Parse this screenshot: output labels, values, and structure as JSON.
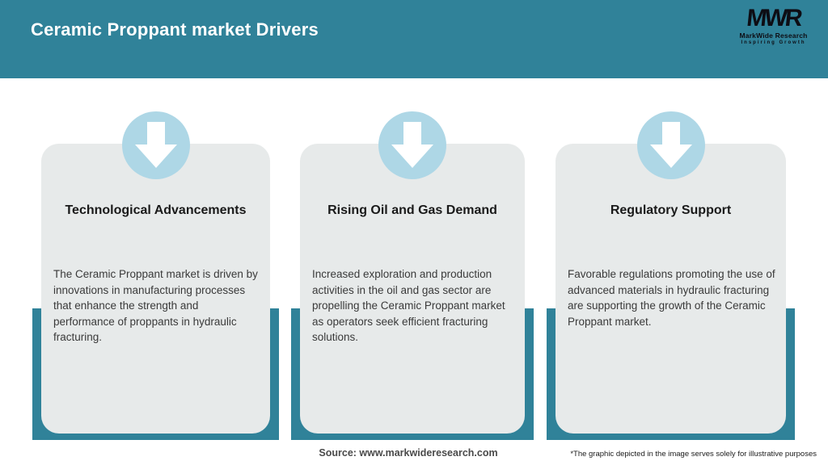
{
  "header": {
    "title": "Ceramic Proppant market Drivers",
    "logo": {
      "acronym": "MWR",
      "name": "MarkWide Research",
      "tagline": "Inspiring Growth"
    }
  },
  "cards": [
    {
      "icon": "down-arrow-icon",
      "title": "Technological Advancements",
      "body": "The Ceramic Proppant market is driven by innovations in manufacturing processes that enhance the strength and performance of proppants in hydraulic fracturing."
    },
    {
      "icon": "down-arrow-icon",
      "title": "Rising Oil and Gas Demand",
      "body": "Increased exploration and production activities in the oil and gas sector are propelling the Ceramic Proppant market as operators seek efficient fracturing solutions."
    },
    {
      "icon": "down-arrow-icon",
      "title": "Regulatory Support",
      "body": "Favorable regulations promoting the use of advanced materials in hydraulic fracturing are supporting the growth of the Ceramic Proppant market."
    }
  ],
  "footer": {
    "source": "Source: www.markwideresearch.com",
    "disclaimer": "*The graphic depicted in the image serves solely for illustrative purposes"
  },
  "colors": {
    "teal": "#308299",
    "card_bg": "#e7eaea",
    "circle_bg": "#aed7e6",
    "header_text": "#ffffff",
    "title_text": "#1a1a1a",
    "body_text": "#3a3a3a"
  }
}
